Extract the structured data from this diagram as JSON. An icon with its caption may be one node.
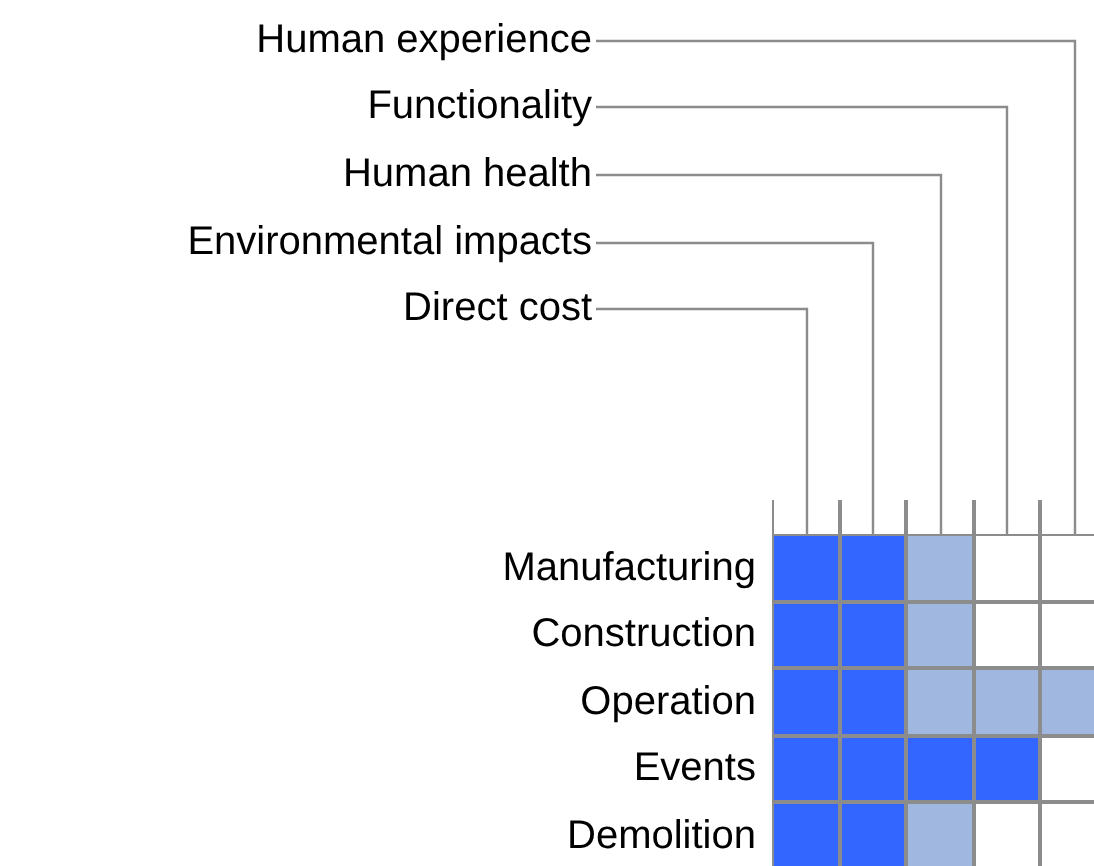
{
  "diagram": {
    "nodes": [
      {
        "text": [
          "Human experience"
        ]
      },
      {
        "text": [
          "Functionality"
        ]
      },
      {
        "text": [
          "Human health"
        ]
      },
      {
        "text": [
          "Environmental impacts"
        ]
      },
      {
        "text": [
          "Direct cost"
        ]
      },
      {
        "text": [],
        "shape": "bar"
      },
      {
        "text": [],
        "shape": "bar"
      },
      {
        "text": [],
        "shape": "bar"
      },
      {
        "text": [],
        "shape": "bar"
      },
      {
        "text": [],
        "shape": "bar"
      }
    ],
    "edges": [
      {
        "from": 0,
        "to": 9,
        "arrow": "none"
      },
      {
        "from": 1,
        "to": 8,
        "arrow": "none"
      },
      {
        "from": 2,
        "to": 7,
        "arrow": "none"
      },
      {
        "from": 3,
        "to": 6,
        "arrow": "none"
      },
      {
        "from": 4,
        "to": 5,
        "arrow": "none"
      }
    ],
    "labels": [
      "Manufacturing",
      "Construction",
      "Operation",
      "Events",
      "Demolition"
    ]
  }
}
